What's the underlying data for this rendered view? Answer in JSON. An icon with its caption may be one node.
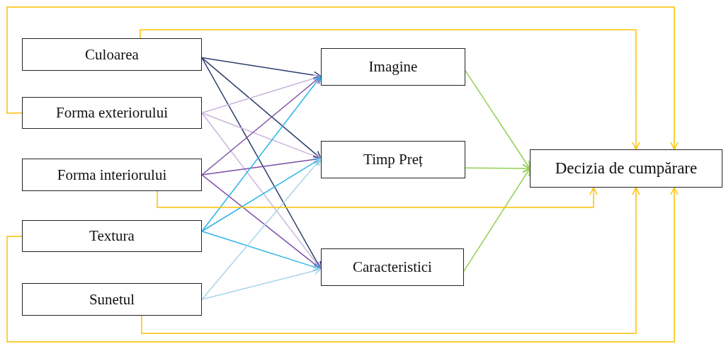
{
  "diagram": {
    "nodes": [
      {
        "text": [
          "Culoarea"
        ]
      },
      {
        "text": [
          "Forma exteriorului"
        ]
      },
      {
        "text": [
          "Forma interiorului"
        ]
      },
      {
        "text": [
          "Textura"
        ]
      },
      {
        "text": [
          "Sunetul"
        ]
      },
      {
        "text": [
          "Imagine"
        ]
      },
      {
        "text": [
          "Timp Preț"
        ]
      },
      {
        "text": [
          "Caracteristici"
        ]
      },
      {
        "text": [
          "Decizia de cumpărare"
        ]
      }
    ],
    "edges": [
      {
        "from": 0,
        "to": 5,
        "arrow": "to",
        "color": "#2e3f6e"
      },
      {
        "from": 0,
        "to": 6,
        "arrow": "to",
        "color": "#2e3f6e"
      },
      {
        "from": 0,
        "to": 7,
        "arrow": "to",
        "color": "#2e3f6e"
      },
      {
        "from": 1,
        "to": 5,
        "arrow": "to",
        "color": "#c8b6dc"
      },
      {
        "from": 1,
        "to": 6,
        "arrow": "to",
        "color": "#c8b6dc"
      },
      {
        "from": 1,
        "to": 7,
        "arrow": "to",
        "color": "#c8b6dc"
      },
      {
        "from": 2,
        "to": 5,
        "arrow": "to",
        "color": "#7d4fa8"
      },
      {
        "from": 2,
        "to": 6,
        "arrow": "to",
        "color": "#7d4fa8"
      },
      {
        "from": 2,
        "to": 7,
        "arrow": "to",
        "color": "#7d4fa8"
      },
      {
        "from": 3,
        "to": 5,
        "arrow": "to",
        "color": "#2cb5e8"
      },
      {
        "from": 3,
        "to": 6,
        "arrow": "to",
        "color": "#2cb5e8"
      },
      {
        "from": 3,
        "to": 7,
        "arrow": "to",
        "color": "#2cb5e8"
      },
      {
        "from": 4,
        "to": 6,
        "arrow": "to",
        "color": "#a9d6e8"
      },
      {
        "from": 4,
        "to": 7,
        "arrow": "to",
        "color": "#a9d6e8"
      },
      {
        "from": 5,
        "to": 8,
        "arrow": "to",
        "color": "#92d050"
      },
      {
        "from": 6,
        "to": 8,
        "arrow": "to",
        "color": "#92d050"
      },
      {
        "from": 7,
        "to": 8,
        "arrow": "to",
        "color": "#92d050"
      },
      {
        "from": 0,
        "to": 8,
        "arrow": "to",
        "color": "#ffc000"
      },
      {
        "from": 1,
        "to": 8,
        "arrow": "to",
        "color": "#ffc000"
      },
      {
        "from": 2,
        "to": 8,
        "arrow": "to",
        "color": "#ffc000"
      },
      {
        "from": 3,
        "to": 8,
        "arrow": "to",
        "color": "#ffc000"
      },
      {
        "from": 4,
        "to": 8,
        "arrow": "to",
        "color": "#ffc000"
      }
    ]
  }
}
